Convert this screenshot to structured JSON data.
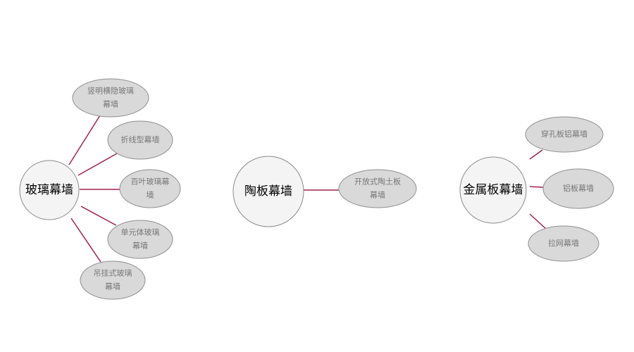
{
  "colors": {
    "link": "#a3224d",
    "hub_fill": "#f4f4f4",
    "leaf_fill": "#d9d9d9",
    "leaf_text": "#777777"
  },
  "groups": [
    {
      "title": "玻璃幕墙",
      "children": [
        [
          "竖明横隐玻璃",
          "幕墙"
        ],
        [
          "折线型幕墙"
        ],
        [
          "百叶玻璃幕",
          "墙"
        ],
        [
          "单元体玻璃",
          "幕墙"
        ],
        [
          "吊挂式玻璃",
          "幕墙"
        ]
      ]
    },
    {
      "title": "陶板幕墙",
      "children": [
        [
          "开放式陶土板",
          "幕墙"
        ]
      ]
    },
    {
      "title": "金属板幕墙",
      "children": [
        [
          "穿孔板铝幕墙"
        ],
        [
          "铝板幕墙"
        ],
        [
          "拉网幕墙"
        ]
      ]
    }
  ]
}
